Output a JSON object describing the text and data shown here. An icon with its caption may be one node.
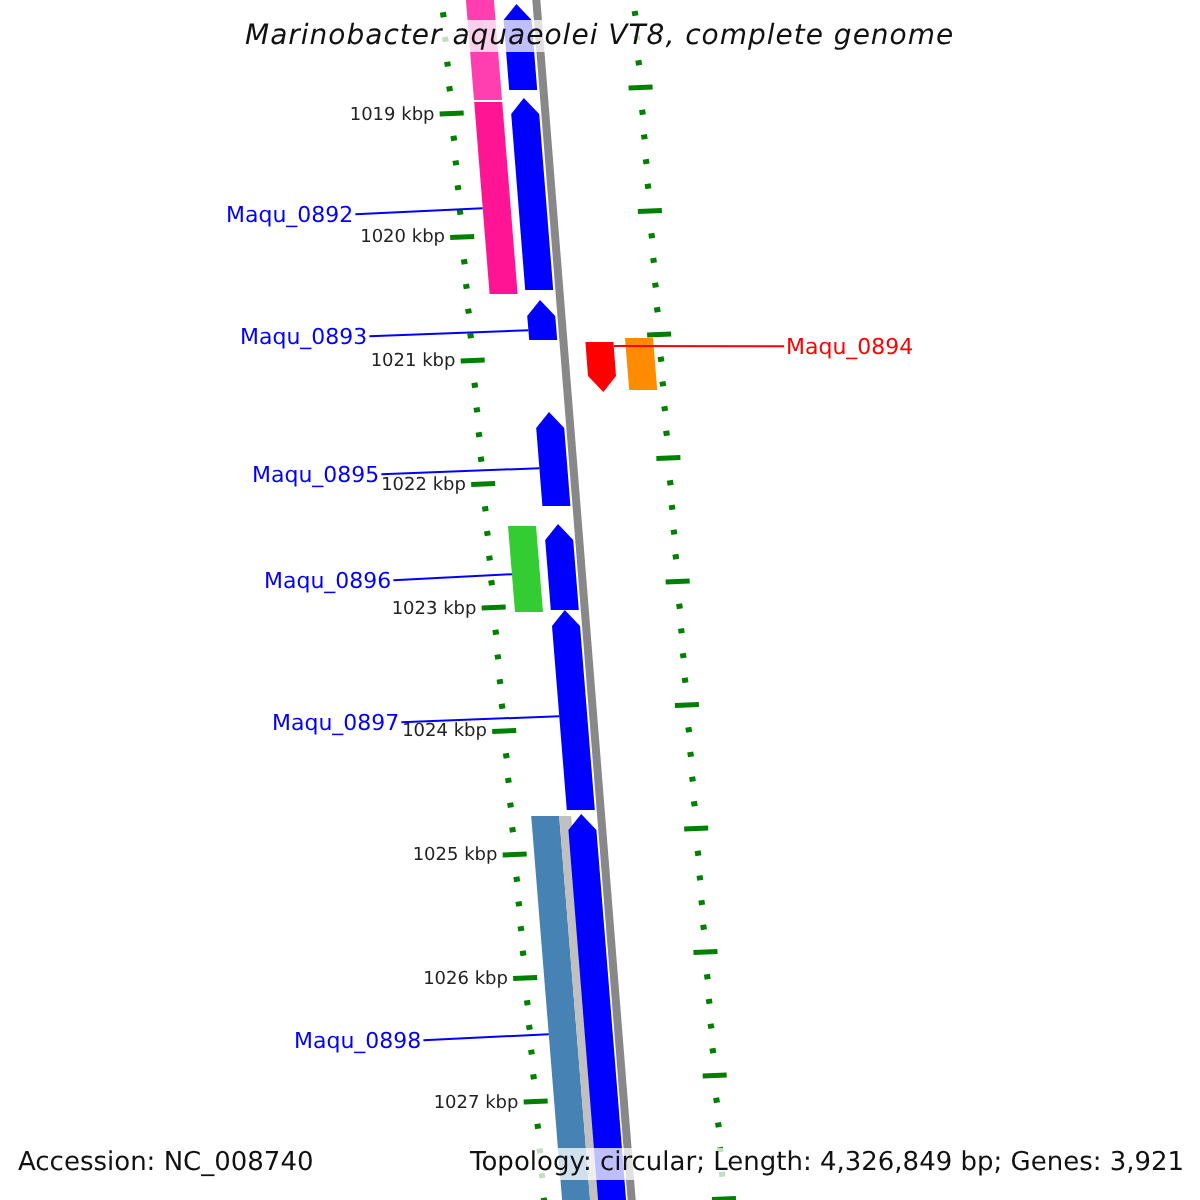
{
  "diagram": {
    "title": "Marinobacter aquaeolei VT8, complete genome",
    "nodes": [
      {
        "text": [
          "Maqu_0892"
        ]
      },
      {
        "text": [],
        "shape": "bar"
      },
      {
        "text": [
          "Maqu_0893"
        ]
      },
      {
        "text": [],
        "shape": "arrow"
      },
      {
        "text": [
          "Maqu_0894"
        ]
      },
      {
        "text": [],
        "shape": "arrow"
      },
      {
        "text": [
          "Maqu_0895"
        ]
      },
      {
        "text": [],
        "shape": "arrow"
      },
      {
        "text": [
          "Maqu_0896"
        ]
      },
      {
        "text": [],
        "shape": "bar"
      },
      {
        "text": [
          "Maqu_0897"
        ]
      },
      {
        "text": [],
        "shape": "arrow"
      },
      {
        "text": [
          "Maqu_0898"
        ]
      },
      {
        "text": [],
        "shape": "bar"
      },
      {
        "text": [],
        "shape": "bar"
      },
      {
        "text": [],
        "shape": "arrow"
      },
      {
        "text": [],
        "shape": "arrow"
      },
      {
        "text": [],
        "shape": "bar"
      },
      {
        "text": [],
        "shape": "arrow"
      },
      {
        "text": [],
        "shape": "bar"
      },
      {
        "text": [],
        "shape": "arrow"
      }
    ],
    "edges": [
      {
        "from": 0,
        "to": 1,
        "arrow": "none"
      },
      {
        "from": 2,
        "to": 3,
        "arrow": "none"
      },
      {
        "from": 4,
        "to": 5,
        "arrow": "none",
        "color": "#ff0000"
      },
      {
        "from": 6,
        "to": 7,
        "arrow": "none"
      },
      {
        "from": 8,
        "to": 9,
        "arrow": "none"
      },
      {
        "from": 10,
        "to": 11,
        "arrow": "none"
      },
      {
        "from": 12,
        "to": 13,
        "arrow": "none"
      }
    ],
    "labels": [
      "1019 kbp",
      "1020 kbp",
      "1021 kbp",
      "1022 kbp",
      "1023 kbp",
      "1024 kbp",
      "1025 kbp",
      "1026 kbp",
      "1027 kbp",
      "Accession: NC_008740",
      "Topology: circular; Length: 4,326,849 bp; Genes: 3,921"
    ]
  }
}
